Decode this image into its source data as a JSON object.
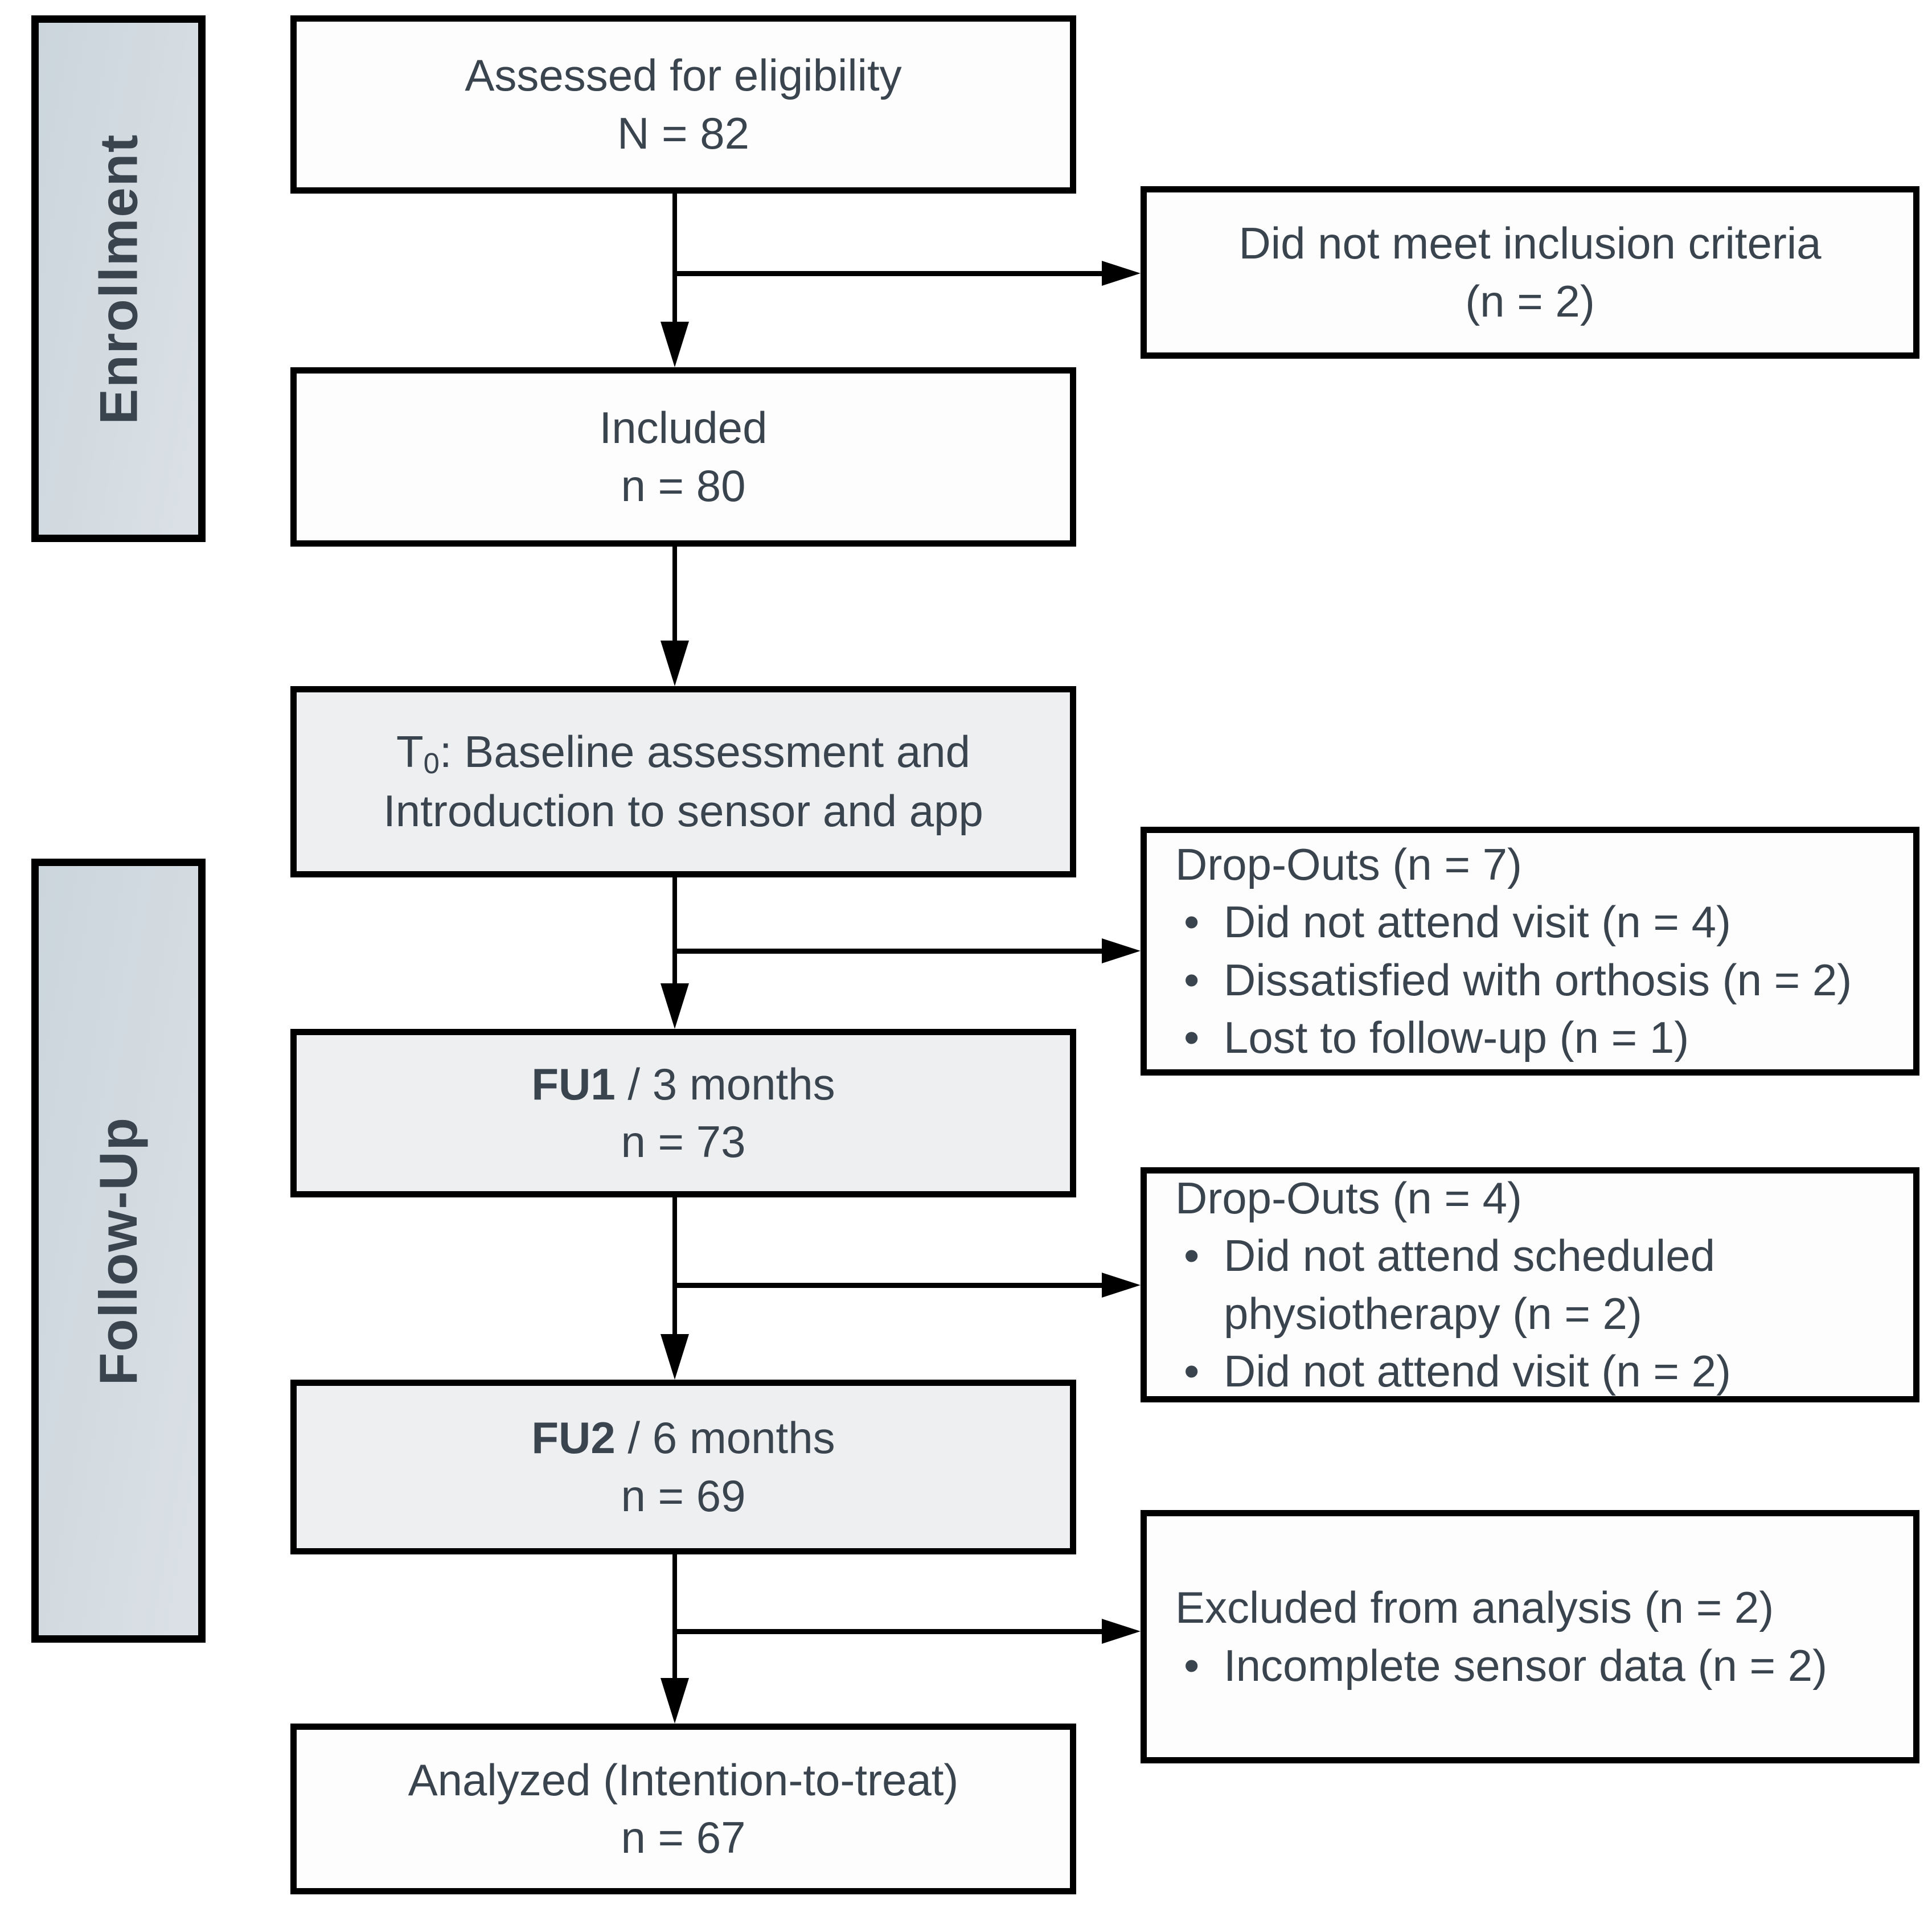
{
  "stages": {
    "enrollment": "Enrollment",
    "followup": "Follow-Up"
  },
  "main_boxes": {
    "assessed": {
      "line1": "Assessed for eligibility",
      "line2": "N = 82"
    },
    "included": {
      "line1": "Included",
      "line2": "n = 80"
    },
    "baseline": {
      "t": "T",
      "t_sub": "0",
      "line1_rest": ": Baseline assessment and",
      "line2": "Introduction to sensor and app"
    },
    "fu1": {
      "bold": "FU1",
      "line1_rest": " / 3 months",
      "line2": "n = 73"
    },
    "fu2": {
      "bold": "FU2",
      "line1_rest": " / 6 months",
      "line2": "n = 69"
    },
    "analyzed": {
      "line1": "Analyzed (Intention-to-treat)",
      "line2": "n = 67"
    }
  },
  "side_boxes": {
    "not_included": {
      "line1": "Did not meet inclusion criteria",
      "line2": "(n = 2)"
    },
    "dropouts_fu1": {
      "title": "Drop-Outs (n = 7)",
      "items": [
        "Did not attend visit (n = 4)",
        "Dissatisfied with orthosis (n = 2)",
        "Lost to follow-up (n = 1)"
      ]
    },
    "dropouts_fu2": {
      "title": "Drop-Outs (n = 4)",
      "items": [
        "Did not attend scheduled physiotherapy (n = 2)",
        "Did not attend visit (n = 2)"
      ]
    },
    "excluded": {
      "title": "Excluded from analysis (n = 2)",
      "items": [
        "Incomplete sensor data (n = 2)"
      ]
    }
  },
  "colors": {
    "border": "#000000",
    "text": "#3a444e",
    "shaded_box_fill": "#edeff1",
    "plain_box_fill": "#fdfdfd",
    "stage_fill_dark": "#cbd5dc",
    "stage_fill_light": "#dbe1e6"
  }
}
